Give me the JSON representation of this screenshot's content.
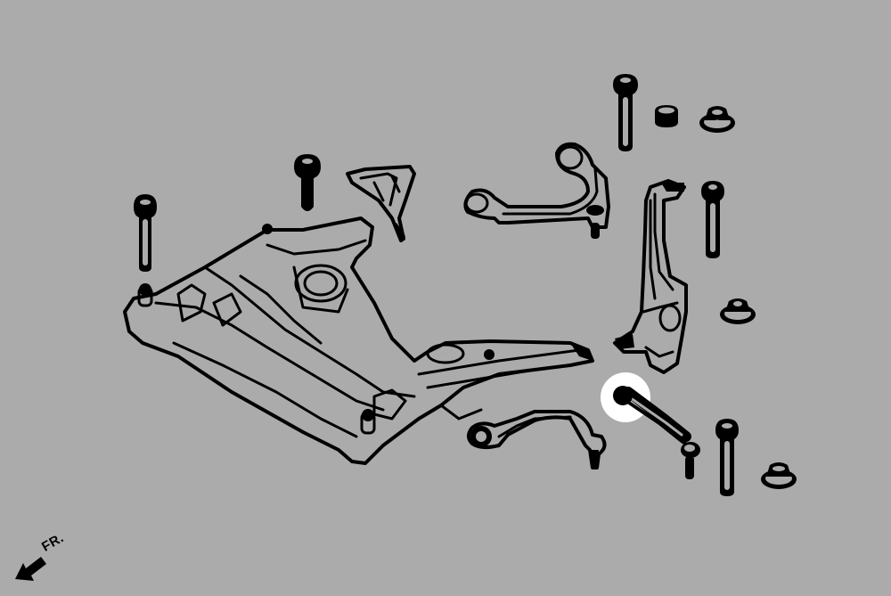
{
  "diagram": {
    "background_color": "#ababab",
    "line_color": "#000000",
    "highlight_color": "#ffffff",
    "direction_indicator": {
      "label": "FR.",
      "icon": "arrow-down-left-icon"
    },
    "parts": [
      {
        "id": "front-subframe",
        "type": "subframe"
      },
      {
        "id": "subframe-bolt-left",
        "type": "bolt"
      },
      {
        "id": "subframe-bolt-top",
        "type": "bolt"
      },
      {
        "id": "subframe-bracket",
        "type": "bracket"
      },
      {
        "id": "upper-control-arm",
        "type": "control-arm"
      },
      {
        "id": "steering-knuckle",
        "type": "knuckle"
      },
      {
        "id": "knuckle-bolt",
        "type": "bolt"
      },
      {
        "id": "knuckle-nut",
        "type": "nut"
      },
      {
        "id": "top-bolt",
        "type": "bolt"
      },
      {
        "id": "top-bushing",
        "type": "bushing"
      },
      {
        "id": "top-nut",
        "type": "nut"
      },
      {
        "id": "lower-control-arm",
        "type": "control-arm"
      },
      {
        "id": "tension-strut",
        "type": "control-arm",
        "highlighted": true
      },
      {
        "id": "lower-bolt",
        "type": "bolt"
      },
      {
        "id": "lower-nut",
        "type": "nut"
      }
    ]
  }
}
